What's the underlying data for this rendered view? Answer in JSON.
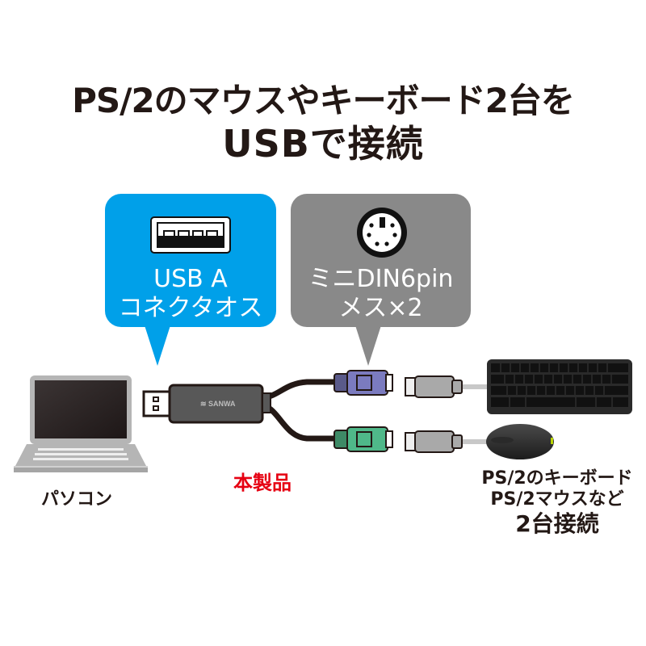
{
  "title": {
    "line1": "PS/2のマウスやキーボード2台を",
    "line2": "USBで接続"
  },
  "callouts": [
    {
      "icon": "usb-a-port-icon",
      "line1": "USB A",
      "line2": "コネクタオス",
      "color": "#00a0e9"
    },
    {
      "icon": "mini-din-6pin-icon",
      "line1": "ミニDIN6pin",
      "line2": "メス×2",
      "color": "#898989"
    }
  ],
  "labels": {
    "pc": "パソコン",
    "product": "本製品",
    "devices_line1": "PS/2のキーボード",
    "devices_line2": "PS/2マウスなど",
    "devices_line3": "2台接続"
  },
  "product": {
    "brand_logo": "SANWA SUPPLY",
    "connector_colors": {
      "keyboard": "#7b7bbf",
      "mouse": "#4fb889"
    }
  },
  "colors": {
    "title": "#231815",
    "accent_red": "#e60012",
    "usb_blue": "#00a0e9",
    "din_gray": "#898989"
  }
}
